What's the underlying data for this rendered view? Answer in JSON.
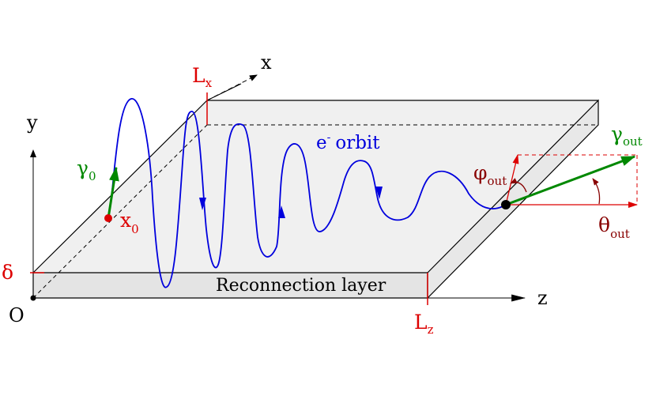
{
  "colors": {
    "slab_fill": "#f0f0f0",
    "slab_side": "#e0e0e0",
    "outline": "#000000",
    "orbit": "#0000dd",
    "gamma": "#008800",
    "red": "#dd0000",
    "dark_red": "#880000"
  },
  "labels": {
    "origin": "O",
    "x_axis": "x",
    "y_axis": "y",
    "z_axis": "z",
    "delta": "δ",
    "lx_main": "L",
    "lx_sub": "x",
    "lz_main": "L",
    "lz_sub": "z",
    "gamma0_main": "γ",
    "gamma0_sub": "0",
    "x0_main": "x",
    "x0_sub": "0",
    "orbit_e": "e",
    "orbit_sup": "-",
    "orbit_word": "orbit",
    "gamma_out_main": "γ",
    "gamma_out_sub": "out",
    "phi_out_main": "φ",
    "phi_out_sub": "out",
    "theta_out_main": "θ",
    "theta_out_sub": "out",
    "layer": "Reconnection layer"
  },
  "icons": {
    "start_point": "red-dot-icon",
    "end_point": "black-dot-icon"
  }
}
